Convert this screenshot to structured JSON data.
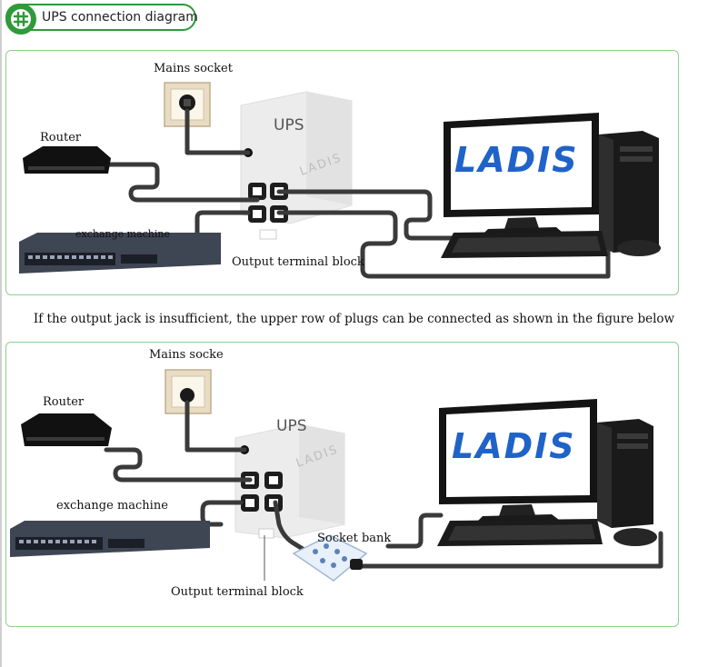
{
  "header": {
    "title": "UPS connection diagram",
    "icon": "hash-icon"
  },
  "note": "If the output jack is insufficient, the upper row of plugs can be connected as shown in the figure below",
  "panel_top": {
    "mains": "Mains socket",
    "router": "Router",
    "switch": "exchange machine",
    "ups": "UPS",
    "ups_brand": "LADIS",
    "output": "Output terminal block",
    "screen_logo": "LADIS"
  },
  "panel_bottom": {
    "mains": "Mains socke",
    "router": "Router",
    "switch": "exchange machine",
    "ups": "UPS",
    "ups_brand": "LADIS",
    "output": "Output terminal block",
    "socket_bank": "Socket bank",
    "screen_logo": "LADIS"
  },
  "colors": {
    "accent": "#2f9a3a",
    "panel_border": "#8fcf8f",
    "screen_blue": "#1f63c9",
    "cable": "#3a3a3a"
  }
}
